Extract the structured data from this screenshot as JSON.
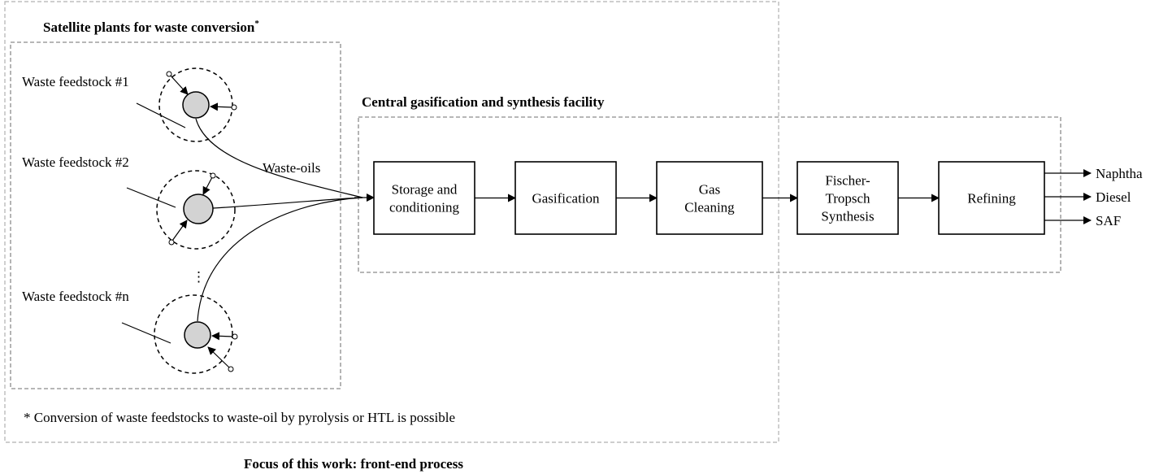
{
  "satellite": {
    "title": "Satellite plants for waste conversion",
    "title_mark": "*",
    "feedstocks": [
      "Waste feedstock #1",
      "Waste feedstock #2",
      "Waste feedstock #n"
    ],
    "ellipsis": "⋮",
    "footnote": "* Conversion of waste feedstocks to waste-oil by pyrolysis or HTL  is possible"
  },
  "flow_label": "Waste-oils",
  "central": {
    "title": "Central gasification and synthesis facility",
    "steps": [
      [
        "Storage and",
        "conditioning"
      ],
      [
        "Gasification"
      ],
      [
        "Gas",
        "Cleaning"
      ],
      [
        "Fischer-",
        "Tropsch",
        "Synthesis"
      ],
      [
        "Refining"
      ]
    ]
  },
  "products": [
    "Naphtha",
    "Diesel",
    "SAF"
  ],
  "focus_label": "Focus of this work:  front-end process",
  "colors": {
    "node_fill": "#d3d3d3",
    "dash_gray": "#8c8c8c",
    "stroke": "#000000"
  }
}
